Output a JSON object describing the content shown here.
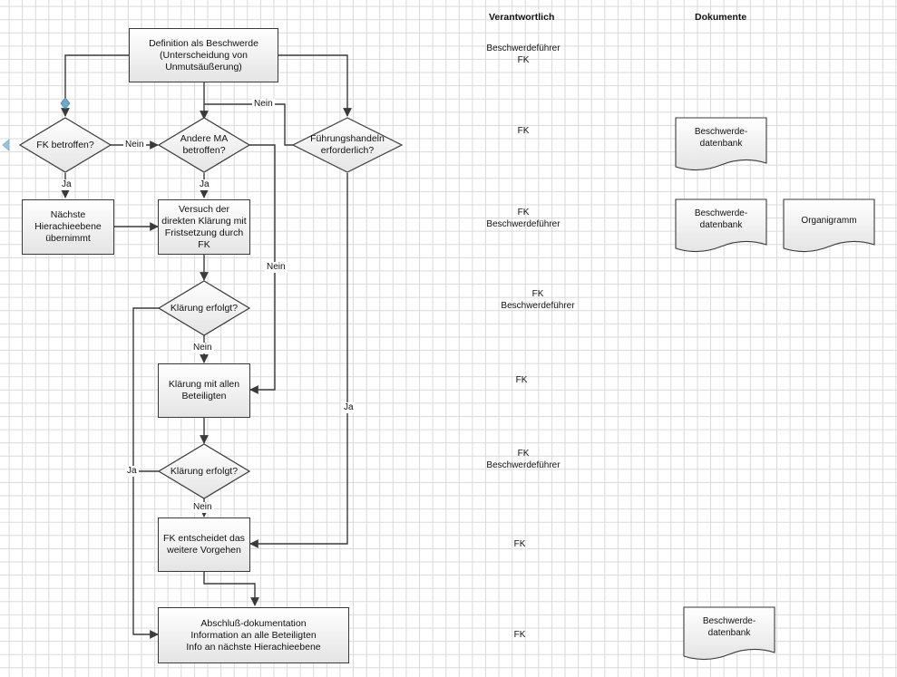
{
  "headers": {
    "responsible": "Verantwortlich",
    "documents": "Dokumente"
  },
  "nodes": {
    "definition": "Definition als Beschwerde\n(Unterscheidung von\nUnmutsäußerung)",
    "fk_betroffen": "FK betroffen?",
    "andere_ma": "Andere MA\nbetroffen?",
    "fuehrungshandeln": "Führungshandeln\nerforderlich?",
    "naechste_ebene": "Nächste\nHierachieebene\nübernimmt",
    "versuch": "Versuch der\ndirekten Klärung mit\nFristsetzung durch\nFK",
    "klaerung1": "Klärung erfolgt?",
    "klaerung_alle": "Klärung mit allen\nBeteiligten",
    "klaerung2": "Klärung erfolgt?",
    "fk_entscheidet": "FK entscheidet das\nweitere Vorgehen",
    "abschluss": "Abschluß-dokumentation\nInformation an alle Beteiligten\nInfo an nächste Hierachieebene"
  },
  "edge_labels": {
    "nein_top": "Nein",
    "nein_fk": "Nein",
    "ja_fk": "Ja",
    "ja_andere": "Ja",
    "nein_andere": "Nein",
    "nein_k1": "Nein",
    "ja_k": "Ja",
    "ja_fuehrung": "Ja",
    "nein_k2": "Nein"
  },
  "responsible": {
    "r1": "Beschwerdeführer\nFK",
    "r2": "FK",
    "r3": "FK\nBeschwerdeführer",
    "r4": "FK\nBeschwerdeführer",
    "r5": "FK",
    "r6": "FK\nBeschwerdeführer",
    "r7": "FK",
    "r8": "FK"
  },
  "documents": {
    "d1": "Beschwerde-\ndatenbank",
    "d2": "Beschwerde-\ndatenbank",
    "d3": "Organigramm",
    "d4": "Beschwerde-\ndatenbank"
  },
  "colors": {
    "line": "#3a3a3a",
    "fill_top": "#ffffff",
    "fill_bottom": "#e4e4e4",
    "grid": "#d9d9d9",
    "handle": "#6fa8c9"
  }
}
